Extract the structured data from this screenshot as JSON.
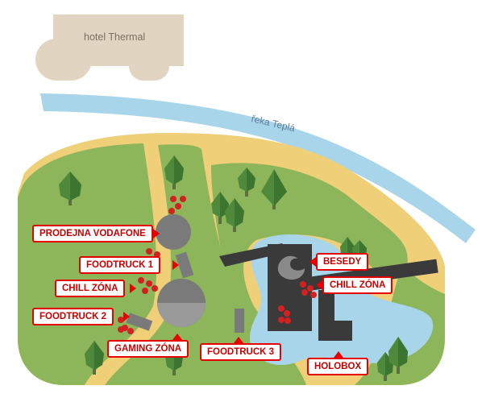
{
  "hotel": {
    "label": "hotel Thermal"
  },
  "river": {
    "label": "řeka Teplá"
  },
  "labels": {
    "prodejna": "PRODEJNA VODAFONE",
    "foodtruck1": "FOODTRUCK 1",
    "chill_left": "CHILL ZÓNA",
    "foodtruck2": "FOODTRUCK 2",
    "gaming": "GAMING ZÓNA",
    "foodtruck3": "FOODTRUCK 3",
    "besedy": "BESEDY",
    "chill_right": "CHILL ZÓNA",
    "holobox": "HOLOBOX"
  },
  "colors": {
    "park_green": "#8db55a",
    "path_sand": "#efcf78",
    "water": "#a9d5ea",
    "building": "#e1d5c1",
    "pavilion": "#3a3a3a",
    "accent_red": "#e60000"
  }
}
